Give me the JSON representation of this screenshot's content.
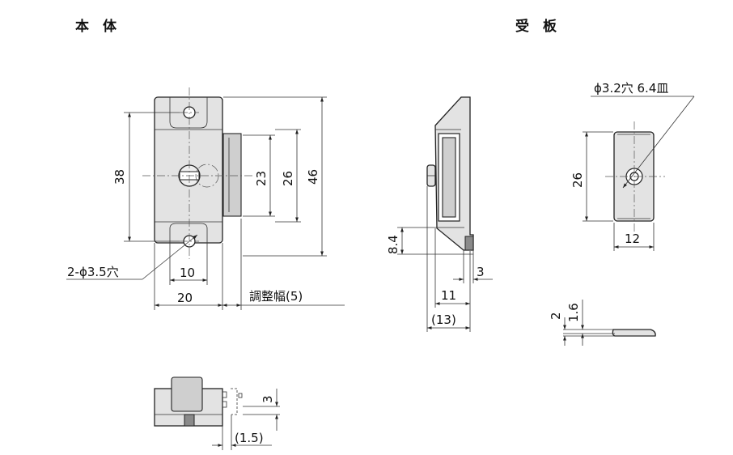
{
  "titles": {
    "body": "本　体",
    "plate": "受　板"
  },
  "dims": {
    "d38": "38",
    "d23": "23",
    "d26": "26",
    "d46": "46",
    "hole_note": "2-ϕ3.5穴",
    "d10": "10",
    "d20": "20",
    "adjust": "調整幅(5)",
    "d84": "8.4",
    "d3_side": "3",
    "d11": "11",
    "d13": "(13)",
    "plate_hole": "ϕ3.2穴 6.4皿",
    "plate_26": "26",
    "plate_12": "12",
    "plate_2": "2",
    "plate_16": "1.6",
    "bottom_3": "3",
    "bottom_15": "(1.5)"
  }
}
